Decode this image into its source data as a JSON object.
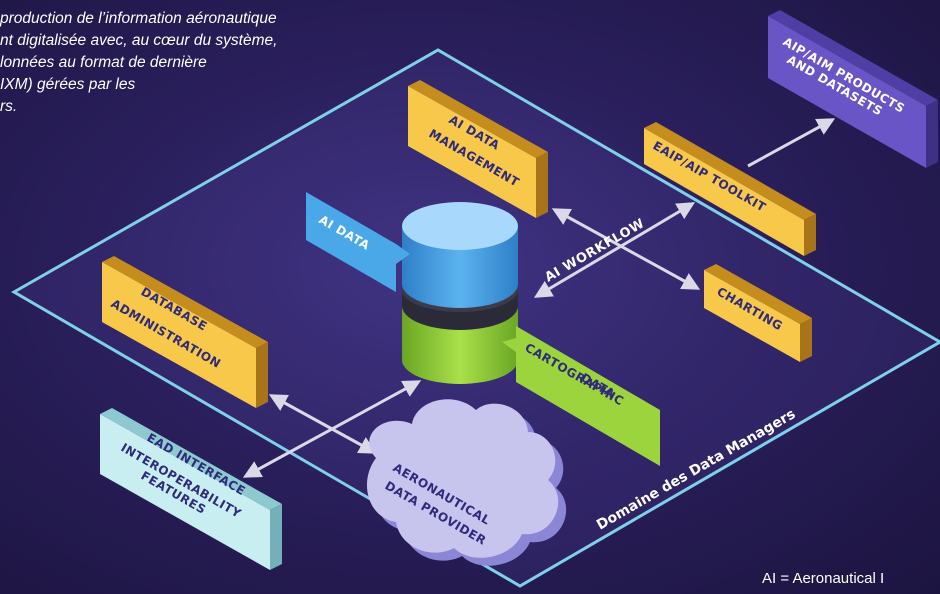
{
  "intro": {
    "lines": [
      "production de l’information aéronautique",
      "nt digitalisée avec, au cœur du système,",
      "lonnées au format de dernière",
      "IXM) gérées par les",
      "rs."
    ]
  },
  "footnote": "AI = Aeronautical I",
  "domain_label": "Domaine des Data Managers",
  "workflow_label": "AI WORKFLOW",
  "boxes": {
    "ai_data_management": [
      "AI DATA",
      "MANAGEMENT"
    ],
    "database_administration": [
      "DATABASE",
      "ADMINISTRATION"
    ],
    "eaip_toolkit": [
      "EAIP/AIP TOOLKIT"
    ],
    "charting": [
      "CHARTING"
    ],
    "aip_products": [
      "AIP/AIM PRODUCTS",
      "AND DATASETS"
    ],
    "ead_interface": [
      "EAD INTERFACE",
      "INTEROPERABILITY",
      "FEATURES"
    ],
    "ai_data": [
      "AI DATA"
    ],
    "cartographic_data": [
      "CARTOGRAPHIC",
      "DATA"
    ],
    "aeronautical_data_provider": [
      "AERONAUTICAL",
      "DATA PROVIDER"
    ]
  },
  "colors": {
    "accent_yellow": "#f7c84a",
    "accent_blue": "#4aa8e8",
    "accent_green": "#9bd43c",
    "accent_purple": "#6a55c7",
    "accent_cyan": "#c9eef2",
    "cloud": "#c7c5ee",
    "outline": "#7fd0e8"
  }
}
